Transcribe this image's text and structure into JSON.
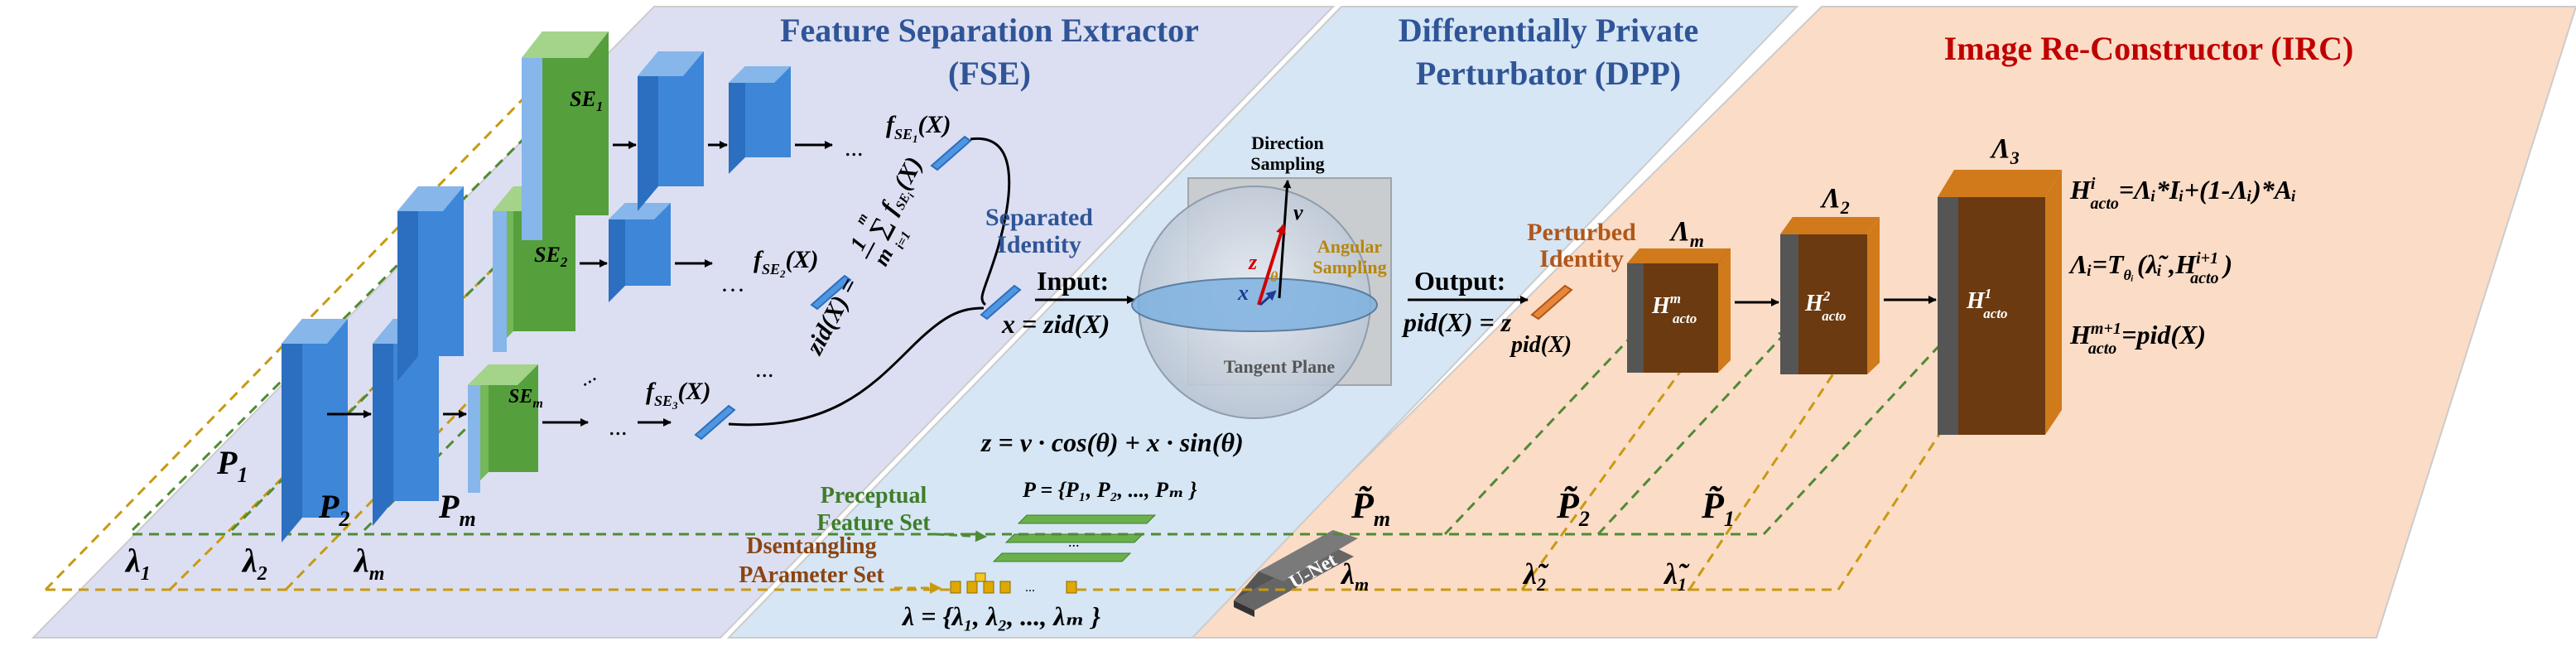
{
  "fse": {
    "title_line1": "Feature Separation Extractor",
    "title_line2": "(FSE)",
    "se1": "SE",
    "se1_sub": "1",
    "se2": "SE",
    "se2_sub": "2",
    "sem": "SE",
    "sem_sub": "m",
    "fse1_label": "f",
    "fse1_sub": "SE",
    "fse1_sub2": "1",
    "fse1_arg": "(X)",
    "fse2_label": "f",
    "fse2_sub": "SE",
    "fse2_sub2": "2",
    "fse2_arg": "(X)",
    "fse3_label": "f",
    "fse3_sub": "SE",
    "fse3_sub2": "3",
    "fse3_arg": "(X)",
    "ellipsis": "...",
    "ellipsis2": "···",
    "zid_formula_a": "zid(X) =",
    "zid_formula_b": "1",
    "zid_formula_c": "m",
    "zid_formula_d": "Σ",
    "zid_formula_e": "f",
    "zid_formula_f": "(X)",
    "zid_sum_top": "m",
    "zid_sum_bot": "i=1",
    "zid_sub": "SE",
    "zid_sub_i": "i",
    "separated_line1": "Separated",
    "separated_line2": "Identity",
    "p1": "P",
    "p1_sub": "1",
    "p2": "P",
    "p2_sub": "2",
    "pm": "P",
    "pm_sub": "m",
    "l1": "λ",
    "l1_sub": "1",
    "l2": "λ",
    "l2_sub": "2",
    "lm": "λ",
    "lm_sub": "m"
  },
  "dpp": {
    "title_line1": "Differentially Private",
    "title_line2": "Perturbator (DPP)",
    "input_label": "Input:",
    "input_formula": "x = zid(X)",
    "direction_line1": "Direction",
    "direction_line2": "Sampling",
    "angular_line1": "Angular",
    "angular_line2": "Sampling",
    "v_label": "v",
    "z_label": "z",
    "x_label": "x",
    "theta_label": "θ",
    "tangent_label": "Tangent Plane",
    "output_label": "Output:",
    "output_formula": "pid(X) = z",
    "z_formula": "z = v · cos(θ) + x · sin(θ)",
    "p_set": "P = {P₁, P₂, ..., Pₘ }",
    "perceptual_line1": "Preceptual",
    "perceptual_line2": "Feature Set",
    "disentangling_line1": "Dsentangling",
    "disentangling_line2": "PArameter Set",
    "lambda_set": "λ = {λ₁, λ₂, ..., λₘ }",
    "dots": "...",
    "unet": "U-Net"
  },
  "irc": {
    "title": "Image Re-Constructor (IRC)",
    "perturbed_line1": "Perturbed",
    "perturbed_line2": "Identity",
    "pid_label": "pid(X)",
    "am": "Λ",
    "am_sub": "m",
    "a2": "Λ",
    "a2_sub": "2",
    "a3": "Λ",
    "a3_sub": "3",
    "hm": "H",
    "hm_sup": "m",
    "hm_sub": "acto",
    "h2": "H",
    "h2_sup": "2",
    "h2_sub": "acto",
    "h1": "H",
    "h1_sup": "1",
    "h1_sub": "acto",
    "eq1": "H",
    "eq1_sup": "i",
    "eq1_sub": "acto",
    "eq1_rest": "=Λᵢ*Iᵢ+(1-Λᵢ)*Aᵢ",
    "eq2": "Λᵢ=T",
    "eq2_sub": "θᵢ",
    "eq2_rest_a": "(λ̃ᵢ ,H",
    "eq2_sup": "i+1",
    "eq2_sub2": "acto",
    "eq2_rest_b": ")",
    "eq3": "H",
    "eq3_sup": "m+1",
    "eq3_sub": "acto",
    "eq3_rest": "=pid(X)",
    "ptm": "P̃",
    "ptm_sub": "m",
    "pt2": "P̃",
    "pt2_sub": "2",
    "pt1": "P̃",
    "pt1_sub": "1",
    "ltm": "λ",
    "ltm_sub": "m",
    "lt2": "λ̃",
    "lt2_sub": "2",
    "lt1": "λ̃",
    "lt1_sub": "1"
  },
  "colors": {
    "fse_panel": "#dcdff2",
    "dpp_panel": "#d6e6f5",
    "irc_panel": "#fbdcc6",
    "blue_block": "#3d86d8",
    "green_block": "#55a03c",
    "brown_block": "#6b3a10",
    "orange_top": "#d07a1c",
    "green_dash": "#4f8a35",
    "gold_dash": "#c89a10",
    "title_blue": "#2f5597",
    "title_red": "#c00000",
    "perturbed_brown": "#b0571a",
    "angular_gold": "#b8860b"
  }
}
